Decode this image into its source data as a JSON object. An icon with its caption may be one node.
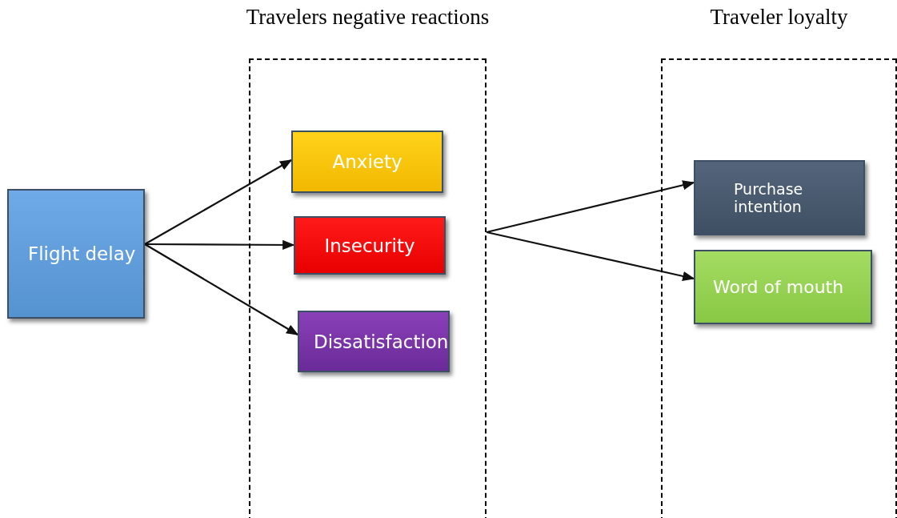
{
  "diagram": {
    "nodes": [
      {
        "text": [
          "Flight delay"
        ]
      },
      {
        "text": [
          "Travelers negative reactions"
        ]
      },
      {
        "text": [
          "Anxiety"
        ],
        "in": 1
      },
      {
        "text": [
          "Insecurity"
        ],
        "in": 1
      },
      {
        "text": [
          "Dissatisfaction"
        ],
        "in": 1
      },
      {
        "text": [
          "Traveler loyalty"
        ]
      },
      {
        "text": [
          "Purchase intention"
        ],
        "in": 5
      },
      {
        "text": [
          "Word of mouth"
        ],
        "in": 5
      }
    ],
    "edges": [
      {
        "from": 0,
        "to": 2,
        "arrow": "to"
      },
      {
        "from": 0,
        "to": 3,
        "arrow": "to"
      },
      {
        "from": 0,
        "to": 4,
        "arrow": "to"
      },
      {
        "from": 1,
        "to": 6,
        "arrow": "to"
      },
      {
        "from": 1,
        "to": 7,
        "arrow": "to"
      }
    ]
  }
}
